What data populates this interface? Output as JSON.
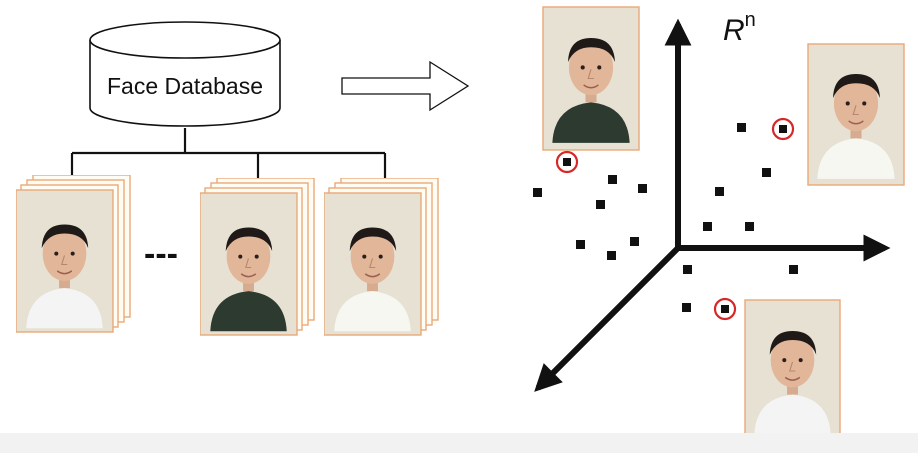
{
  "database": {
    "label": "Face Database"
  },
  "ellipsis": "---",
  "space": {
    "label": "R",
    "superscript": "n"
  },
  "colors": {
    "line": "#111111",
    "card_border": "#e9a978",
    "card_bg": "#fffdf3",
    "photo_bg": "#e6dfd0",
    "highlight_ring": "#d62828",
    "point": "#111111"
  }
}
